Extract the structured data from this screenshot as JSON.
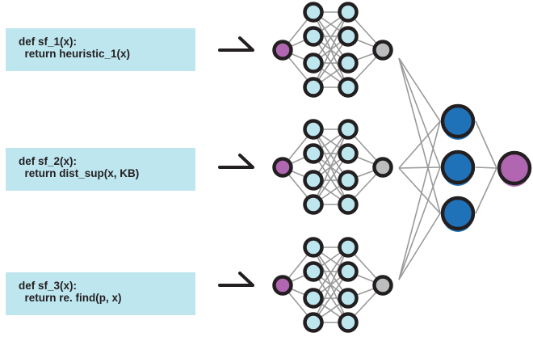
{
  "functions": [
    {
      "signature": "def sf_1(x):",
      "body": "  return heuristic_1(x)"
    },
    {
      "signature": "def sf_2(x):",
      "body": "  return dist_sup(x, KB)"
    },
    {
      "signature": "def sf_3(x):",
      "body": "  return re. find(p, x)"
    }
  ],
  "network": {
    "subnets": 3,
    "input_nodes": 1,
    "hidden_layers": [
      4,
      4
    ],
    "subnet_output_nodes": 1,
    "combiner_hidden_nodes": 3,
    "final_output_nodes": 1
  },
  "colors": {
    "code_box": "#bde6ef",
    "input_node": "#b066b0",
    "hidden_node": "#bde6ef",
    "subnet_output_node": "#bcbdbf",
    "combiner_node": "#1f72b8",
    "final_node": "#b066b0",
    "edge": "#9a9a9a",
    "node_stroke": "#231f20"
  }
}
